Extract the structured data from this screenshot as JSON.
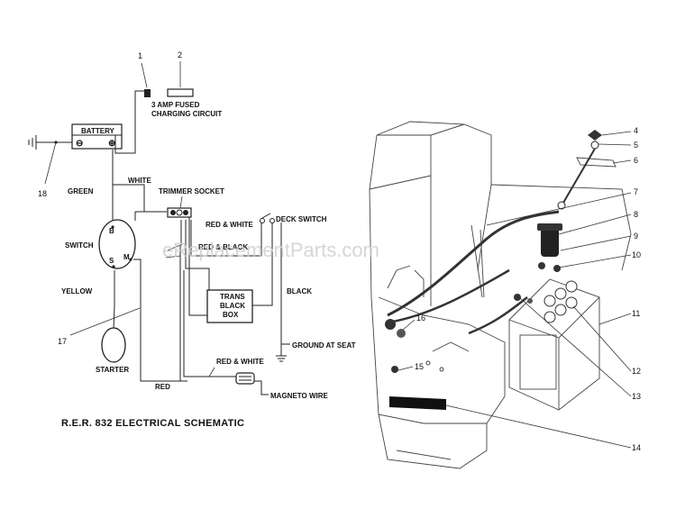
{
  "title": "R.E.R. 832 ELECTRICAL SCHEMATIC",
  "watermark": "eReplacementParts.com",
  "schematic": {
    "battery": "BATTERY",
    "minus": "⊖",
    "plus": "⊕",
    "fused_line1": "3 AMP FUSED",
    "fused_line2": "CHARGING CIRCUIT",
    "green": "GREEN",
    "white": "WHITE",
    "trimmer_socket": "TRIMMER SOCKET",
    "red_white_1": "RED & WHITE",
    "red_black": "RED & BLACK",
    "deck_switch": "DECK SWITCH",
    "switch": "SWITCH",
    "switch_b": "B",
    "switch_s": "S",
    "switch_m": "M",
    "yellow": "YELLOW",
    "trans_line1": "TRANS",
    "trans_line2": "BLACK",
    "trans_line3": "BOX",
    "black": "BLACK",
    "ground_at_seat": "GROUND AT SEAT",
    "starter": "STARTER",
    "red_white_2": "RED & WHITE",
    "magneto_wire": "MAGNETO WIRE",
    "red": "RED"
  },
  "callouts": {
    "c1": "1",
    "c2": "2",
    "c4": "4",
    "c5": "5",
    "c6": "6",
    "c7": "7",
    "c8": "8",
    "c9": "9",
    "c10": "10",
    "c11": "11",
    "c12": "12",
    "c13": "13",
    "c14": "14",
    "c15": "15",
    "c16": "16",
    "c17": "17",
    "c18": "18"
  }
}
